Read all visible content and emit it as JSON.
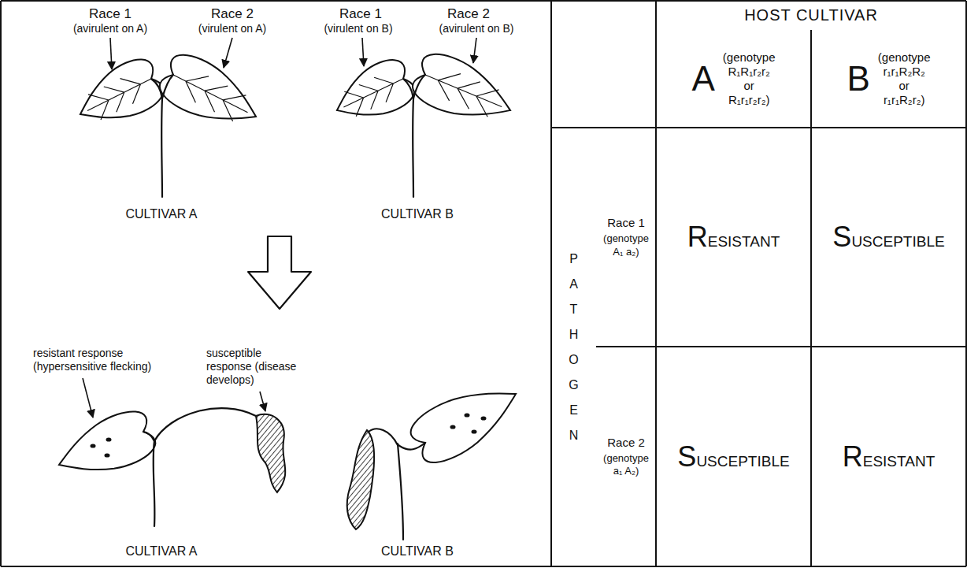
{
  "diagram": {
    "nodes": [
      {
        "text": [
          "HOST CULTIVAR"
        ]
      },
      {
        "text": [
          "A",
          "(genotype R₁R₁r₂r₂ or R₁r₁r₂r₂)"
        ]
      },
      {
        "text": [
          "B",
          "(genotype r₁r₁R₂R₂ or r₁r₁R₂r₂)"
        ]
      },
      {
        "text": [
          "PATHOGEN"
        ]
      },
      {
        "text": [
          "Race 1",
          "(genotype A₁ a₂)"
        ]
      },
      {
        "text": [
          "RESISTANT"
        ]
      },
      {
        "text": [
          "SUSCEPTIBLE"
        ]
      },
      {
        "text": [
          "Race 2",
          "(genotype a₁ A₂)"
        ]
      },
      {
        "text": [
          "SUSCEPTIBLE"
        ]
      },
      {
        "text": [
          "RESISTANT"
        ]
      }
    ],
    "labels": [
      "Race 1",
      "(avirulent on A)",
      "Race 2",
      "(virulent on A)",
      "Race 1",
      "(virulent on B)",
      "Race 2",
      "(avirulent on B)",
      "CULTIVAR A",
      "CULTIVAR B",
      "resistant response (hypersensitive flecking)",
      "susceptible response (disease develops)",
      "CULTIVAR A",
      "CULTIVAR B"
    ]
  }
}
